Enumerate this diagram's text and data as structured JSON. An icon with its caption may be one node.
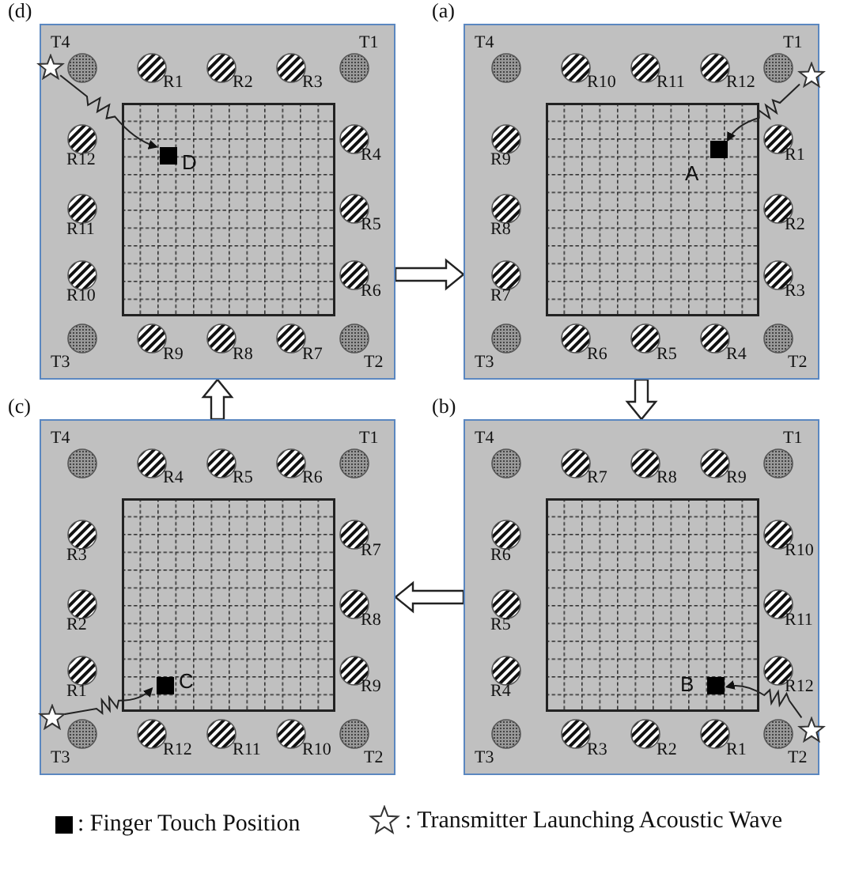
{
  "diagram": {
    "nodes": [
      {
        "text": [
          "(d)"
        ]
      },
      {
        "text": [
          "T4"
        ],
        "in": 0
      },
      {
        "text": [
          "R1"
        ],
        "in": 0
      },
      {
        "text": [
          "R2"
        ],
        "in": 0
      },
      {
        "text": [
          "R3"
        ],
        "in": 0
      },
      {
        "text": [
          "T1"
        ],
        "in": 0
      },
      {
        "text": [
          "R12"
        ],
        "in": 0
      },
      {
        "text": [
          "R4"
        ],
        "in": 0
      },
      {
        "text": [
          "R11"
        ],
        "in": 0
      },
      {
        "text": [
          "R5"
        ],
        "in": 0
      },
      {
        "text": [
          "R10"
        ],
        "in": 0
      },
      {
        "text": [
          "R6"
        ],
        "in": 0
      },
      {
        "text": [
          "T3"
        ],
        "in": 0
      },
      {
        "text": [
          "R9"
        ],
        "in": 0
      },
      {
        "text": [
          "R8"
        ],
        "in": 0
      },
      {
        "text": [
          "R7"
        ],
        "in": 0
      },
      {
        "text": [
          "T2"
        ],
        "in": 0
      },
      {
        "text": [],
        "shape": "box",
        "in": 0
      },
      {
        "text": [],
        "shape": "box",
        "beside": [
          "D"
        ],
        "in": 17
      },
      {
        "text": [],
        "shape": "star",
        "in": 0
      },
      {
        "text": [
          "(a)"
        ]
      },
      {
        "text": [
          "T4"
        ],
        "in": 20
      },
      {
        "text": [
          "R10"
        ],
        "in": 20
      },
      {
        "text": [
          "R11"
        ],
        "in": 20
      },
      {
        "text": [
          "R12"
        ],
        "in": 20
      },
      {
        "text": [
          "T1"
        ],
        "in": 20
      },
      {
        "text": [
          "R9"
        ],
        "in": 20
      },
      {
        "text": [
          "R1"
        ],
        "in": 20
      },
      {
        "text": [
          "R8"
        ],
        "in": 20
      },
      {
        "text": [
          "R2"
        ],
        "in": 20
      },
      {
        "text": [
          "R7"
        ],
        "in": 20
      },
      {
        "text": [
          "R3"
        ],
        "in": 20
      },
      {
        "text": [
          "T3"
        ],
        "in": 20
      },
      {
        "text": [
          "R6"
        ],
        "in": 20
      },
      {
        "text": [
          "R5"
        ],
        "in": 20
      },
      {
        "text": [
          "R4"
        ],
        "in": 20
      },
      {
        "text": [
          "T2"
        ],
        "in": 20
      },
      {
        "text": [],
        "shape": "box",
        "in": 20
      },
      {
        "text": [],
        "shape": "box",
        "beside": [
          "A"
        ],
        "in": 37
      },
      {
        "text": [],
        "shape": "star",
        "in": 20
      },
      {
        "text": [
          "(c)"
        ]
      },
      {
        "text": [
          "T4"
        ],
        "in": 40
      },
      {
        "text": [
          "R4"
        ],
        "in": 40
      },
      {
        "text": [
          "R5"
        ],
        "in": 40
      },
      {
        "text": [
          "R6"
        ],
        "in": 40
      },
      {
        "text": [
          "T1"
        ],
        "in": 40
      },
      {
        "text": [
          "R3"
        ],
        "in": 40
      },
      {
        "text": [
          "R7"
        ],
        "in": 40
      },
      {
        "text": [
          "R2"
        ],
        "in": 40
      },
      {
        "text": [
          "R8"
        ],
        "in": 40
      },
      {
        "text": [
          "R1"
        ],
        "in": 40
      },
      {
        "text": [
          "R9"
        ],
        "in": 40
      },
      {
        "text": [
          "T3"
        ],
        "in": 40
      },
      {
        "text": [
          "R12"
        ],
        "in": 40
      },
      {
        "text": [
          "R11"
        ],
        "in": 40
      },
      {
        "text": [
          "R10"
        ],
        "in": 40
      },
      {
        "text": [
          "T2"
        ],
        "in": 40
      },
      {
        "text": [],
        "shape": "box",
        "in": 40
      },
      {
        "text": [],
        "shape": "box",
        "beside": [
          "C"
        ],
        "in": 57
      },
      {
        "text": [],
        "shape": "star",
        "in": 40
      },
      {
        "text": [
          "(b)"
        ]
      },
      {
        "text": [
          "T4"
        ],
        "in": 60
      },
      {
        "text": [
          "R7"
        ],
        "in": 60
      },
      {
        "text": [
          "R8"
        ],
        "in": 60
      },
      {
        "text": [
          "R9"
        ],
        "in": 60
      },
      {
        "text": [
          "T1"
        ],
        "in": 60
      },
      {
        "text": [
          "R6"
        ],
        "in": 60
      },
      {
        "text": [
          "R10"
        ],
        "in": 60
      },
      {
        "text": [
          "R5"
        ],
        "in": 60
      },
      {
        "text": [
          "R11"
        ],
        "in": 60
      },
      {
        "text": [
          "R4"
        ],
        "in": 60
      },
      {
        "text": [
          "R12"
        ],
        "in": 60
      },
      {
        "text": [
          "T3"
        ],
        "in": 60
      },
      {
        "text": [
          "R3"
        ],
        "in": 60
      },
      {
        "text": [
          "R2"
        ],
        "in": 60
      },
      {
        "text": [
          "R1"
        ],
        "in": 60
      },
      {
        "text": [
          "T2"
        ],
        "in": 60
      },
      {
        "text": [],
        "shape": "box",
        "in": 60
      },
      {
        "text": [],
        "shape": "box",
        "beside": [
          "B"
        ],
        "in": 77
      },
      {
        "text": [],
        "shape": "star",
        "in": 60
      }
    ],
    "edges": [
      {
        "from": 19,
        "to": 18,
        "arrow": "to"
      },
      {
        "from": 39,
        "to": 38,
        "arrow": "to"
      },
      {
        "from": 59,
        "to": 58,
        "arrow": "to"
      },
      {
        "from": 79,
        "to": 78,
        "arrow": "to"
      },
      {
        "from": 0,
        "to": 20,
        "arrow": "to"
      },
      {
        "from": 20,
        "to": 60,
        "arrow": "to"
      },
      {
        "from": 60,
        "to": 40,
        "arrow": "to"
      },
      {
        "from": 40,
        "to": 0,
        "arrow": "to"
      }
    ],
    "legend": [
      {
        "text": ": Finger Touch Position"
      },
      {
        "text": ": Transmitter Launching Acoustic Wave"
      }
    ]
  }
}
